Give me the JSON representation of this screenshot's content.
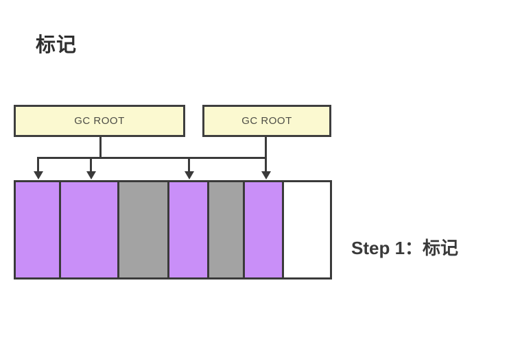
{
  "title": "标记",
  "step_label": "Step 1：标记",
  "gc_roots": [
    {
      "label": "GC ROOT"
    },
    {
      "label": "GC ROOT"
    }
  ],
  "colors": {
    "marked": "#c98ff8",
    "unmarked": "#a3a3a3",
    "free": "#ffffff",
    "root_fill": "#fbf9d0",
    "line": "#3a3a3a"
  },
  "memory_bar": {
    "segments": [
      {
        "state": "marked",
        "width": 66
      },
      {
        "state": "marked",
        "width": 85
      },
      {
        "state": "unmarked",
        "width": 73
      },
      {
        "state": "marked",
        "width": 58
      },
      {
        "state": "unmarked",
        "width": 52
      },
      {
        "state": "marked",
        "width": 57
      },
      {
        "state": "free",
        "width": null
      }
    ]
  },
  "arrows": {
    "x_centers": [
      55.5,
      132.5,
      275.5,
      387.5
    ]
  }
}
